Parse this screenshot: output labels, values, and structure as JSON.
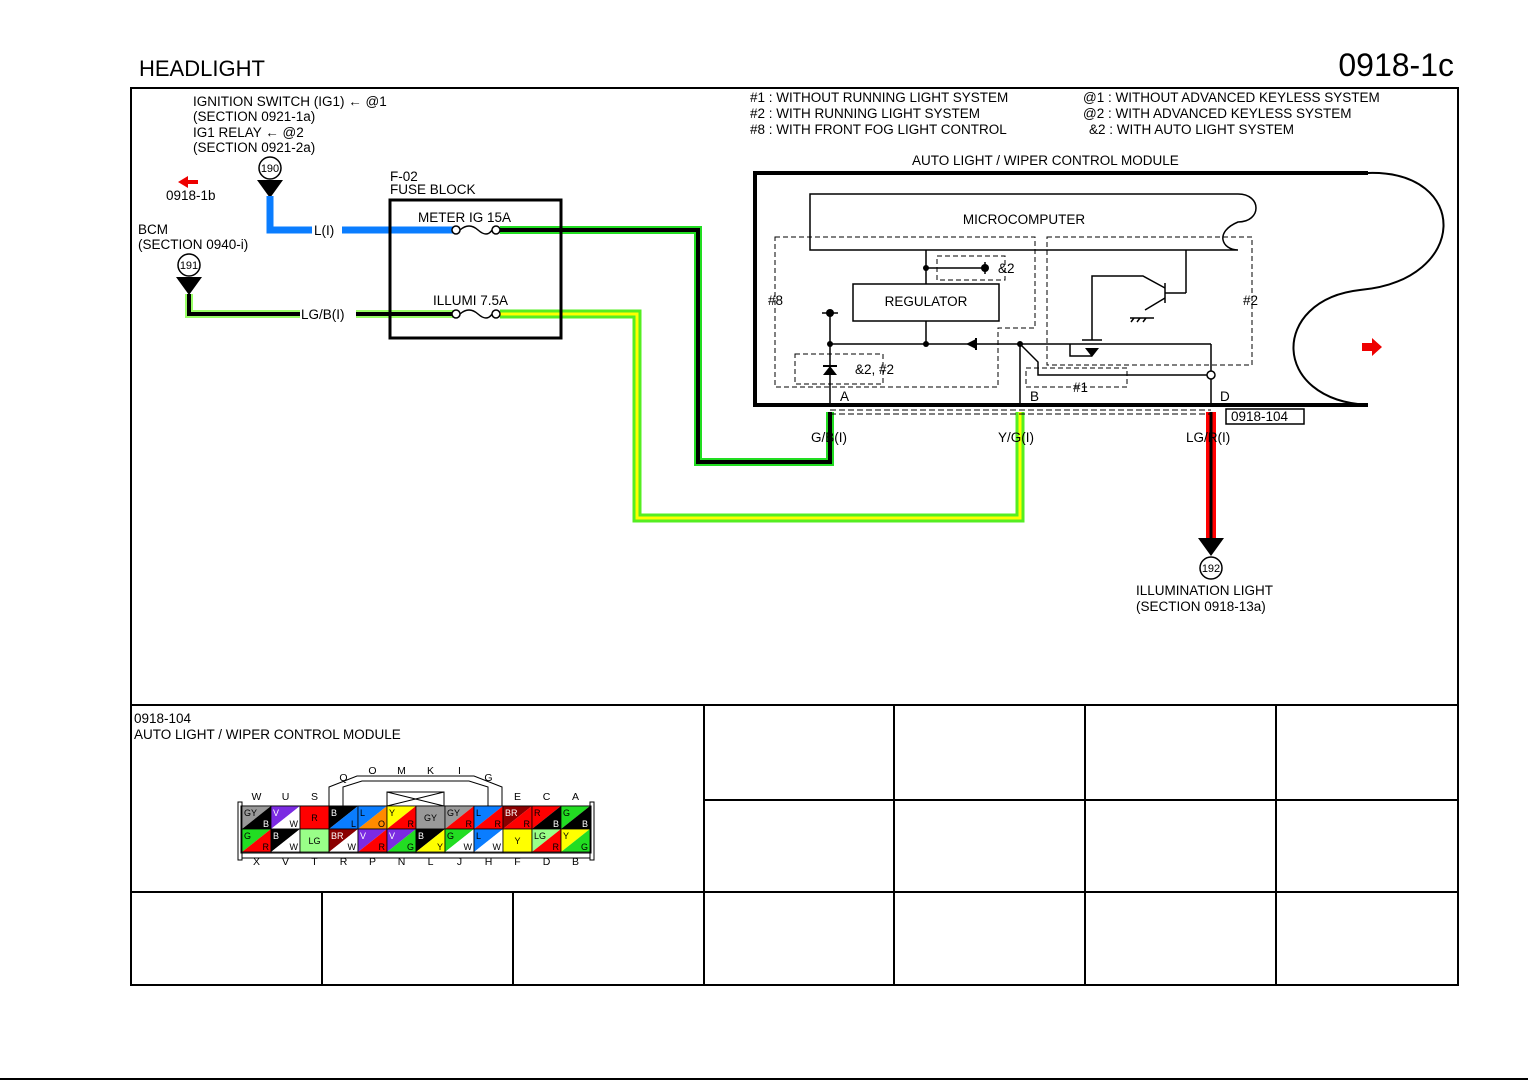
{
  "header": {
    "title": "HEADLIGHT",
    "page_number": "0918-1c"
  },
  "notes": {
    "n1": "#1 : WITHOUT RUNNING LIGHT SYSTEM",
    "n2": "#2 : WITH RUNNING LIGHT SYSTEM",
    "n8": "#8 : WITH FRONT FOG LIGHT CONTROL",
    "a1": "@1 : WITHOUT ADVANCED KEYLESS SYSTEM",
    "a2": "@2 : WITH ADVANCED KEYLESS SYSTEM",
    "amp2": "&2 : WITH AUTO LIGHT SYSTEM"
  },
  "sources": {
    "ign1": "IGNITION SWITCH (IG1) ← @1",
    "ign2": "(SECTION 0921-1a)",
    "relay1": "IG1 RELAY ← @2",
    "relay2": "(SECTION 0921-2a)",
    "ref_left": "0918-1b",
    "bcm1": "BCM",
    "bcm2": "(SECTION 0940-i)",
    "c190": "190",
    "c191": "191",
    "c192": "192",
    "illum1": "ILLUMINATION LIGHT",
    "illum2": "(SECTION 0918-13a)"
  },
  "fuse_block": {
    "id": "F-02",
    "name": "FUSE BLOCK",
    "fuse1": "METER IG 15A",
    "fuse2": "ILLUMI 7.5A"
  },
  "wires": {
    "l": "L(I)",
    "lgb": "LG/B(I)",
    "gb": "G/B(I)",
    "yg": "Y/G(I)",
    "lgr": "LG/R(I)"
  },
  "module": {
    "title": "AUTO LIGHT / WIPER CONTROL MODULE",
    "micro": "MICROCOMPUTER",
    "regulator": "REGULATOR",
    "label_8": "#8",
    "label_2": "#2",
    "label_amp2": "&2",
    "label_amp2_2": "&2, #2",
    "label_1": "#1",
    "pin_a": "A",
    "pin_b": "B",
    "pin_d": "D",
    "connector_ref": "0918-104"
  },
  "connector": {
    "id": "0918-104",
    "name": "AUTO LIGHT / WIPER CONTROL MODULE",
    "top_row": [
      {
        "pin": "W",
        "colors": [
          "GY",
          "B"
        ]
      },
      {
        "pin": "U",
        "colors": [
          "V",
          "W"
        ]
      },
      {
        "pin": "S",
        "colors": [
          "R"
        ]
      },
      {
        "pin": "Q",
        "colors": [
          "B",
          "L"
        ]
      },
      {
        "pin": "O",
        "colors": [
          "L",
          "O"
        ]
      },
      {
        "pin": "M",
        "colors": [
          "Y",
          "R"
        ]
      },
      {
        "pin": "K",
        "colors": [
          "GY"
        ]
      },
      {
        "pin": "I",
        "colors": [
          "GY",
          "R"
        ]
      },
      {
        "pin": "G",
        "colors": [
          "L",
          "R"
        ]
      },
      {
        "pin": "E",
        "colors": [
          "BR",
          "R"
        ]
      },
      {
        "pin": "C",
        "colors": [
          "R",
          "B"
        ]
      },
      {
        "pin": "A",
        "colors": [
          "G",
          "B"
        ]
      }
    ],
    "bottom_row": [
      {
        "pin": "X",
        "colors": [
          "G",
          "R"
        ]
      },
      {
        "pin": "V",
        "colors": [
          "B",
          "W"
        ]
      },
      {
        "pin": "T",
        "colors": [
          "LG"
        ]
      },
      {
        "pin": "R",
        "colors": [
          "BR",
          "W"
        ]
      },
      {
        "pin": "P",
        "colors": [
          "V",
          "R"
        ]
      },
      {
        "pin": "N",
        "colors": [
          "V",
          "G"
        ]
      },
      {
        "pin": "L",
        "colors": [
          "B",
          "Y"
        ]
      },
      {
        "pin": "J",
        "colors": [
          "G",
          "W"
        ]
      },
      {
        "pin": "H",
        "colors": [
          "L",
          "W"
        ]
      },
      {
        "pin": "F",
        "colors": [
          "Y"
        ]
      },
      {
        "pin": "D",
        "colors": [
          "LG",
          "R"
        ]
      },
      {
        "pin": "B",
        "colors": [
          "Y",
          "G"
        ]
      }
    ]
  },
  "wire_colors": {
    "GY": "#999999",
    "B": "#000000",
    "V": "#7b2be2",
    "W": "#ffffff",
    "R": "#ff0000",
    "L": "#0a7dff",
    "O": "#ff8a00",
    "Y": "#ffff00",
    "G": "#22dd22",
    "BR": "#8b0000",
    "LG": "#99ff88"
  },
  "icons": {
    "arrow_left": "red-arrow-left",
    "arrow_right": "red-arrow-right"
  }
}
